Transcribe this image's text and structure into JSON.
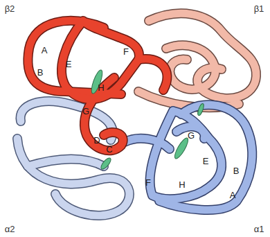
{
  "diagram": {
    "labels": [
      "β2",
      "β1",
      "A",
      "E",
      "F",
      "B",
      "H",
      "G",
      "D",
      "C",
      "G",
      "E",
      "B",
      "H",
      "F",
      "A",
      "α2",
      "α1"
    ]
  }
}
